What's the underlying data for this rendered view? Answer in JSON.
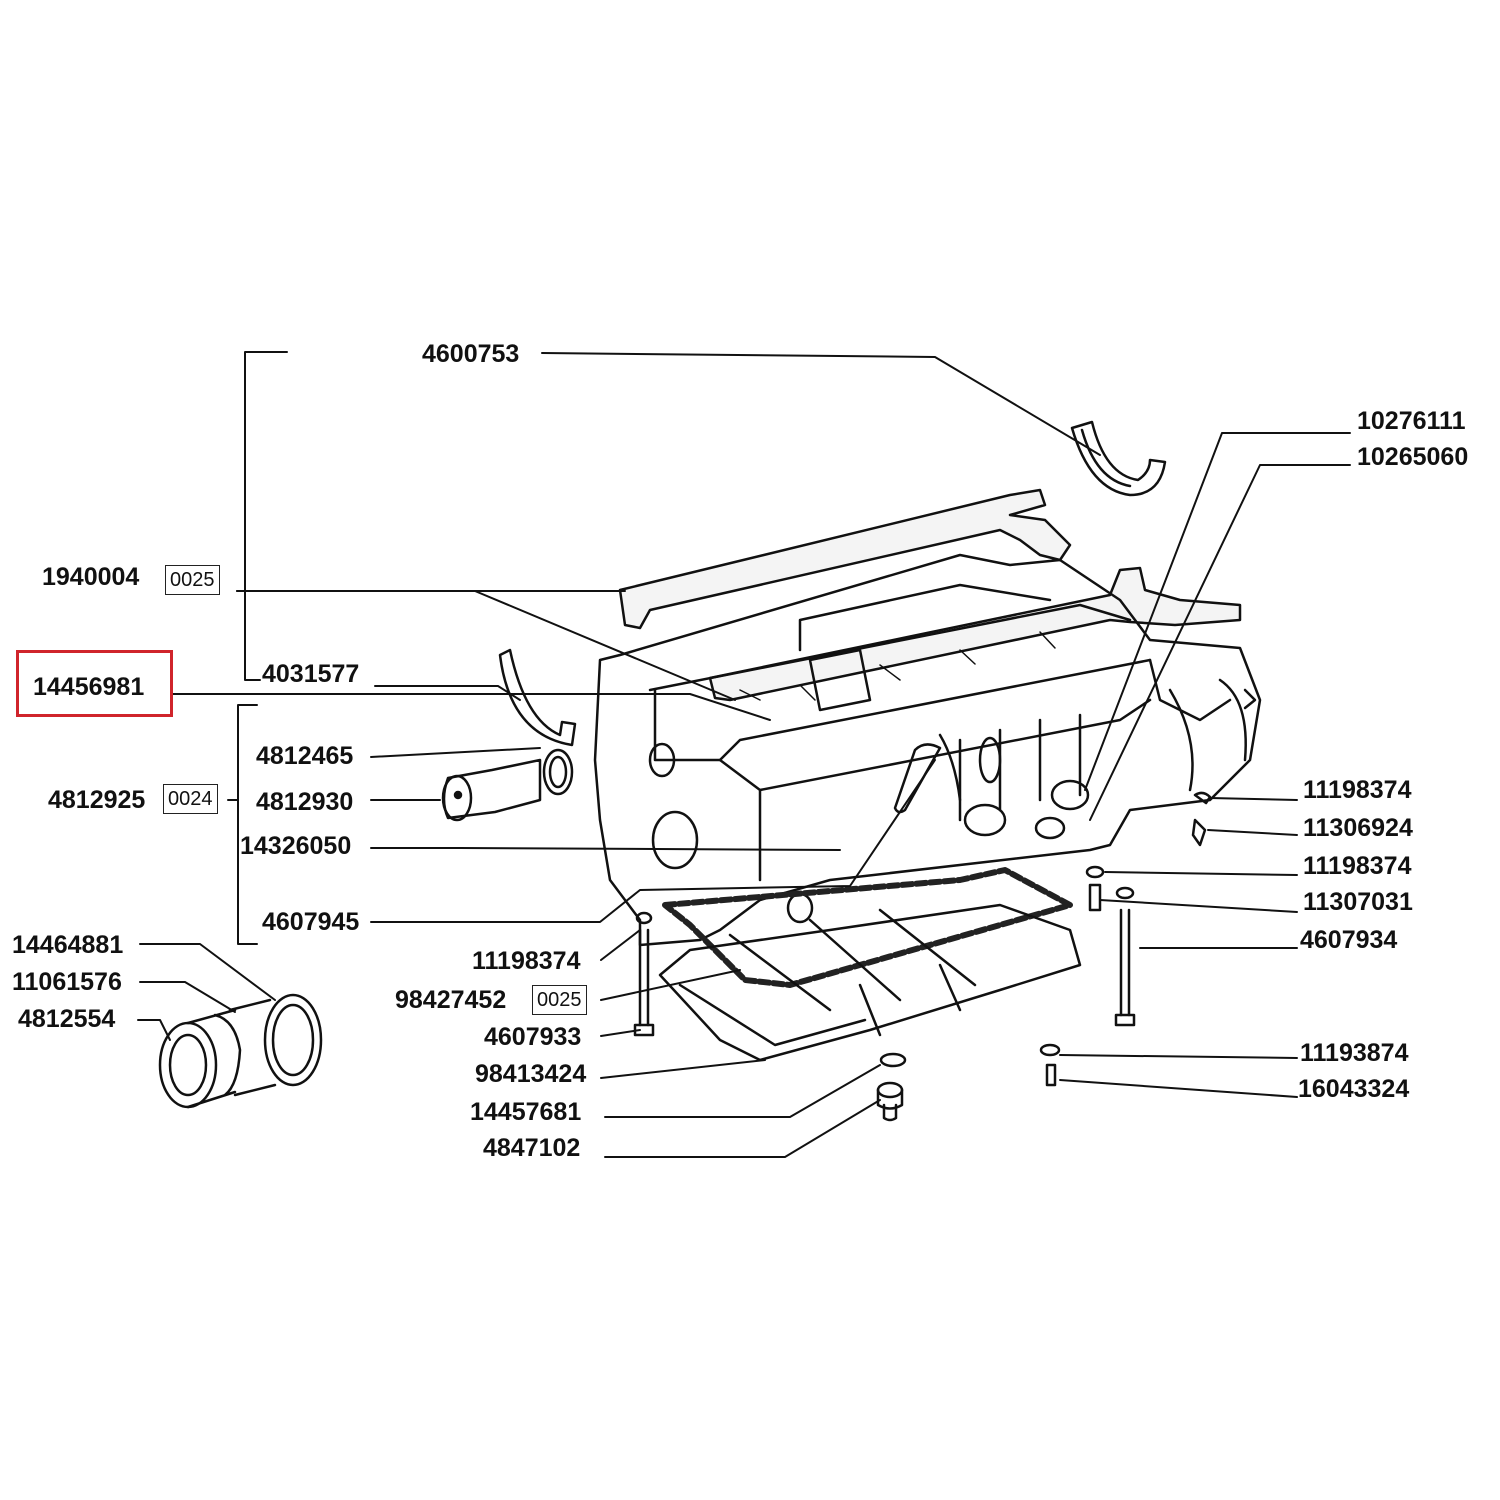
{
  "highlight_color": "#d0242b",
  "parts": {
    "p4600753": "4600753",
    "p10276111": "10276111",
    "p10265060": "10265060",
    "p1940004": "1940004",
    "box1940004": "0025",
    "p14456981": "14456981",
    "p4031577": "4031577",
    "p4812465": "4812465",
    "p4812925": "4812925",
    "box4812925": "0024",
    "p4812930": "4812930",
    "p14326050": "14326050",
    "p4607945": "4607945",
    "p14464881": "14464881",
    "p11061576": "11061576",
    "p4812554": "4812554",
    "p11198374a": "11198374",
    "p98427452": "98427452",
    "box98427452": "0025",
    "p4607933": "4607933",
    "p98413424": "98413424",
    "p14457681": "14457681",
    "p4847102": "4847102",
    "p11198374b": "11198374",
    "p11306924": "11306924",
    "p11198374c": "11198374",
    "p11307031": "11307031",
    "p4607934": "4607934",
    "p11193874": "11193874",
    "p16043324": "16043324"
  }
}
